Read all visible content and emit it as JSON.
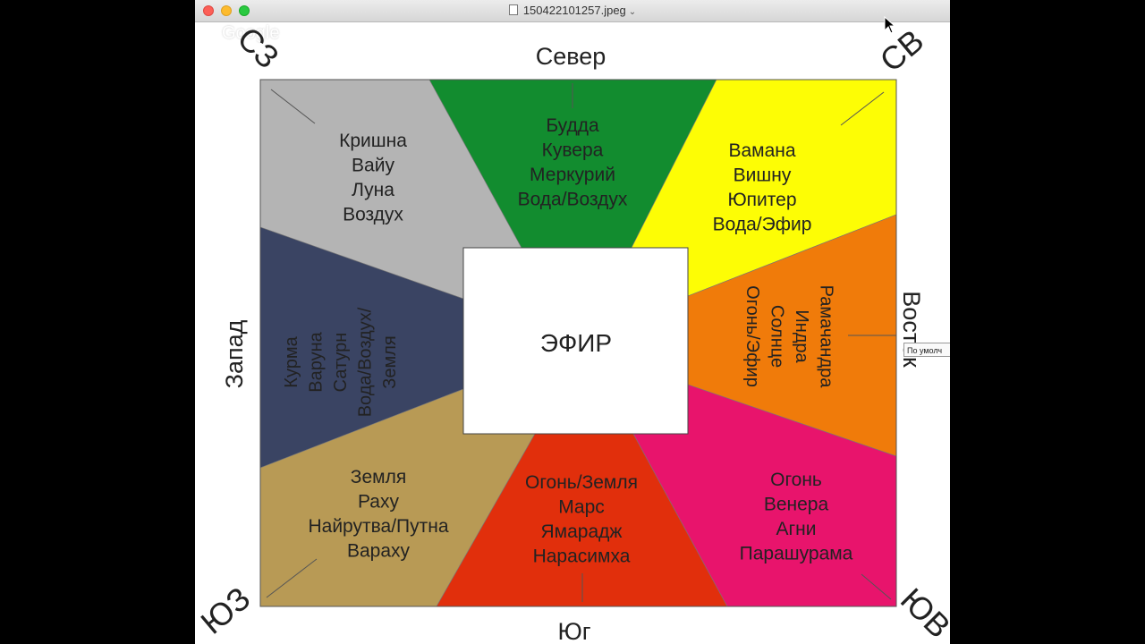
{
  "window": {
    "title": "150422101257.jpeg",
    "watermark": "Google"
  },
  "directions": {
    "north": "Север",
    "south": "Юг",
    "west": "Запад",
    "east": "Восток",
    "nw": "СЗ",
    "ne": "СВ",
    "sw": "ЮЗ",
    "se": "ЮВ"
  },
  "center": {
    "label": "ЭФИР"
  },
  "sectors": [
    {
      "id": "nw",
      "color": "#b4b4b4",
      "lines": [
        "Кришна",
        "Вайу",
        "Луна",
        "Воздух"
      ]
    },
    {
      "id": "n",
      "color": "#128c2f",
      "lines": [
        "Будда",
        "Кувера",
        "Меркурий",
        "Вода/Воздух"
      ]
    },
    {
      "id": "ne",
      "color": "#fdfd05",
      "lines": [
        "Вамана",
        "Вишну",
        "Юпитер",
        "Вода/Эфир"
      ]
    },
    {
      "id": "w",
      "color": "#3a4463",
      "lines": [
        "Курма",
        "Варуна",
        "Сатурн",
        "Вода/Воздух/",
        "Земля"
      ]
    },
    {
      "id": "e",
      "color": "#f07b0a",
      "lines": [
        "Рамачандра",
        "Индра",
        "Солнце",
        "Огонь/Эфир"
      ]
    },
    {
      "id": "sw",
      "color": "#b89a55",
      "lines": [
        "Земля",
        "Раху",
        "Найрутва/Путна",
        "Вараху"
      ]
    },
    {
      "id": "s",
      "color": "#e12f0c",
      "lines": [
        "Огонь/Земля",
        "Марс",
        "Ямарадж",
        "Нарасимха"
      ]
    },
    {
      "id": "se",
      "color": "#e8146c",
      "lines": [
        "Огонь",
        "Венера",
        "Агни",
        "Парашурама"
      ]
    }
  ],
  "tooltip": {
    "text": "По умолч"
  }
}
